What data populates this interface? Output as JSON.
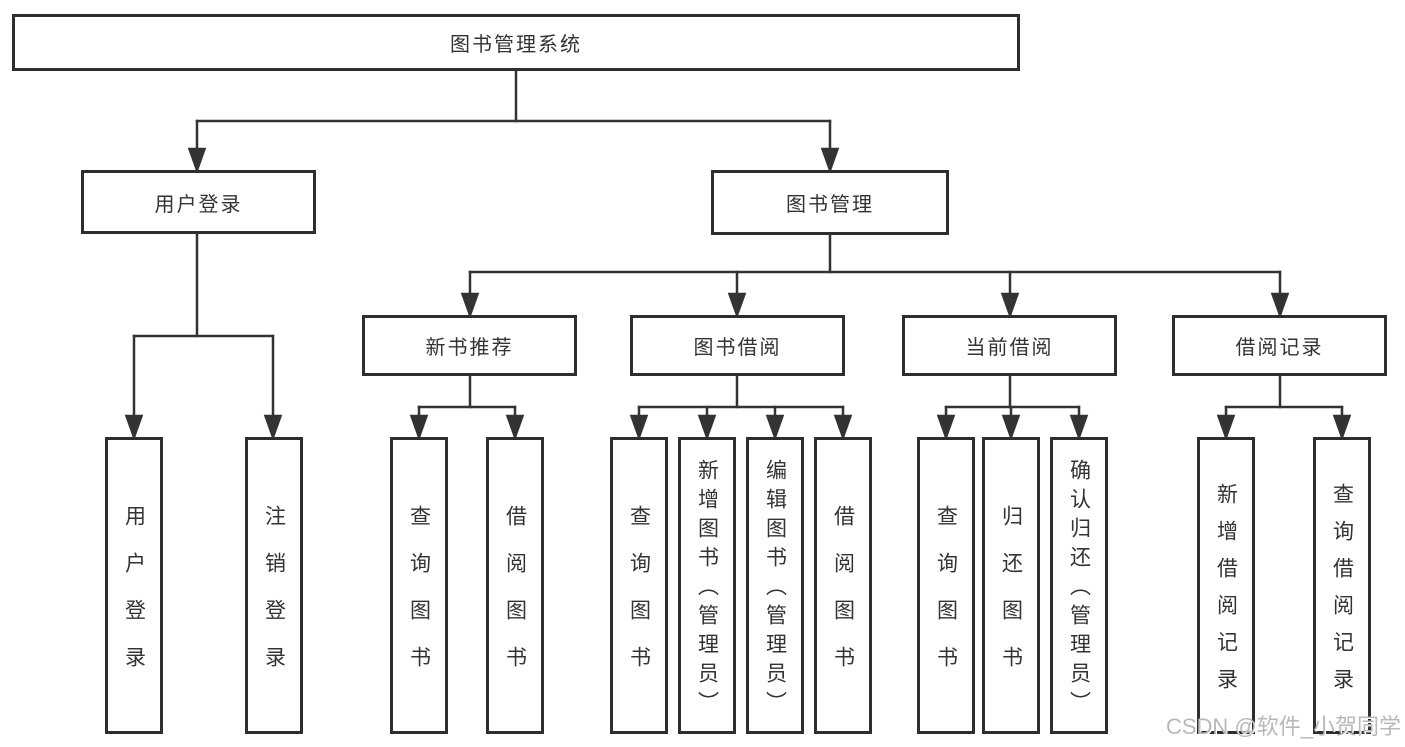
{
  "title": "图书管理系统",
  "tree": {
    "label": "图书管理系统",
    "children": [
      {
        "label": "用户登录",
        "children": [
          {
            "label": "用户登录"
          },
          {
            "label": "注销登录"
          }
        ]
      },
      {
        "label": "图书管理",
        "children": [
          {
            "label": "新书推荐",
            "children": [
              {
                "label": "查询图书"
              },
              {
                "label": "借阅图书"
              }
            ]
          },
          {
            "label": "图书借阅",
            "children": [
              {
                "label": "查询图书"
              },
              {
                "label": "新增图书（管理员）"
              },
              {
                "label": "编辑图书（管理员）"
              },
              {
                "label": "借阅图书"
              }
            ]
          },
          {
            "label": "当前借阅",
            "children": [
              {
                "label": "查询图书"
              },
              {
                "label": "归还图书"
              },
              {
                "label": "确认归还（管理员）"
              }
            ]
          },
          {
            "label": "借阅记录",
            "children": [
              {
                "label": "新增借阅记录"
              },
              {
                "label": "查询借阅记录"
              }
            ]
          }
        ]
      }
    ]
  },
  "watermark": "CSDN @软件_小贺同学",
  "colors": {
    "line": "#333333",
    "box_border": "#2e2e2e",
    "text": "#333333",
    "background": "#ffffff",
    "watermark": "#b8b8b8"
  }
}
